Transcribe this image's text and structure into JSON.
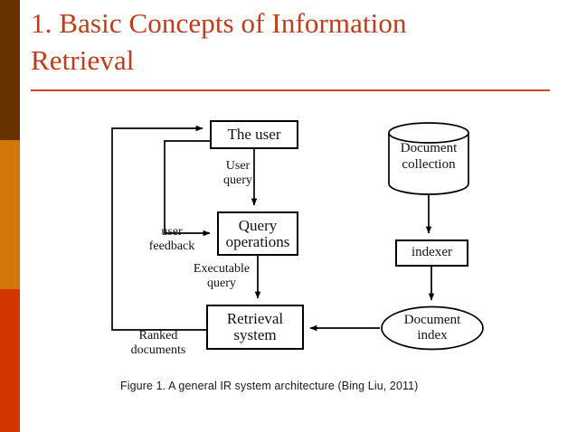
{
  "slide": {
    "title": "1. Basic Concepts of Information\nRetrieval",
    "title_color": "#bf3d1a",
    "rule_color": "#c8491f",
    "background": "#ffffff"
  },
  "rail": {
    "top_color": "#663300",
    "mid_color": "#d2760a",
    "bottom_color": "#d33500"
  },
  "diagram": {
    "nodes": {
      "the_user": "The user",
      "query_operations": "Query\noperations",
      "retrieval_system": "Retrieval\nsystem",
      "document_collection": "Document\ncollection",
      "indexer": "indexer",
      "document_index": "Document\nindex"
    },
    "edge_labels": {
      "user_query": "User\nquery",
      "user_feedback": "user\nfeedback",
      "executable_query": "Executable\nquery",
      "ranked_documents": "Ranked\ndocuments"
    },
    "stroke_color": "#000000"
  },
  "caption": {
    "text": "Figure 1. A general IR system architecture (Bing Liu, 2011)"
  }
}
